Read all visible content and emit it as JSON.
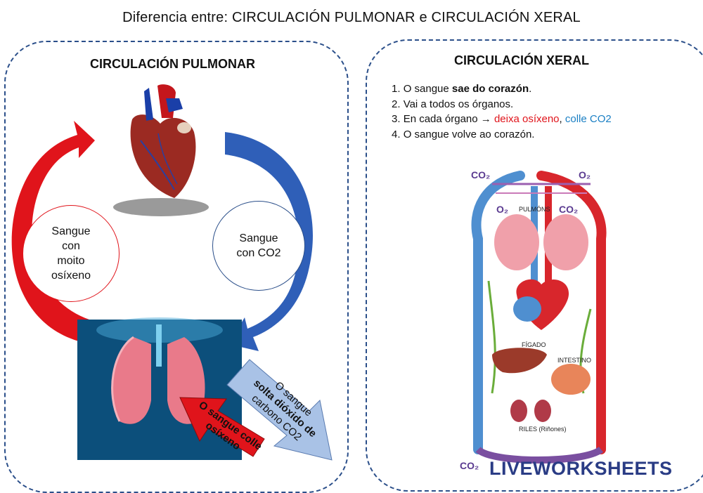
{
  "header": {
    "title": "Diferencia entre:   CIRCULACIÓN PULMONAR  e  CIRCULACIÓN XERAL"
  },
  "pulmonar": {
    "title": "CIRCULACIÓN PULMONAR",
    "circle_oxygen": [
      "Sangue",
      "con",
      "moito",
      "osíxeno"
    ],
    "circle_co2": [
      "Sangue",
      "con CO2"
    ],
    "arrow_co2": [
      "O sangue",
      "solta dióxido de",
      "carbono CO2"
    ],
    "arrow_o2": [
      "O sangue colle",
      "osíxeno"
    ]
  },
  "xeral": {
    "title": "CIRCULACIÓN XERAL",
    "steps": [
      {
        "n": "1.",
        "before": "O sangue ",
        "bold": "sae do corazón",
        "after": "."
      },
      {
        "n": "2.",
        "text": "Vai a todos os órganos."
      },
      {
        "n": "3.",
        "text": "En cada órgano ",
        "arrow": "→",
        "red": "deixa osíxeno",
        "sep": ", ",
        "blue": "colle CO2"
      },
      {
        "n": "4.",
        "text": "O sangue volve ao corazón."
      }
    ],
    "diagram_labels": {
      "co2_top": "CO₂",
      "o2_top": "O₂",
      "o2_lungs": "O₂",
      "co2_lungs": "CO₂",
      "lungs": "PULMÓNS",
      "liver": "FÍGADO",
      "intestine": "INTESTINO",
      "kidneys": "RILES (Riñones)",
      "co2_bottom": "CO₂"
    }
  },
  "watermark": {
    "text": "LIVEWORKSHEETS"
  },
  "colors": {
    "red": "#e0141b",
    "blue": "#1a7fc4",
    "border": "#2b4f8a"
  }
}
